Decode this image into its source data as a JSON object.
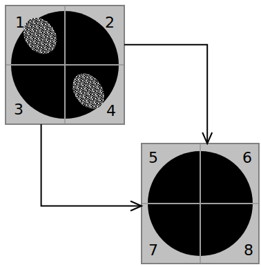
{
  "diagram": {
    "nodes": [
      {
        "text": [
          "1",
          "2",
          "3",
          "4"
        ]
      },
      {
        "text": [
          "5",
          "6",
          "7",
          "8"
        ]
      }
    ],
    "edges": [
      {
        "from": 0,
        "to": 1,
        "arrow": "to"
      },
      {
        "from": 0,
        "to": 1,
        "arrow": "to"
      }
    ]
  }
}
